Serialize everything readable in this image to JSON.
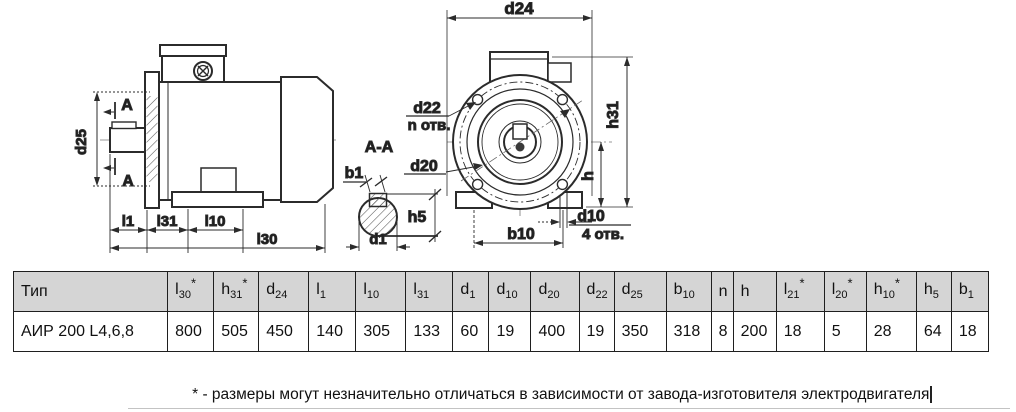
{
  "side_view": {
    "labels": {
      "section_top": "A",
      "section_bottom": "A",
      "d25": "d25",
      "l1": "l1",
      "l31": "l31",
      "l10": "l10",
      "l30": "l30"
    }
  },
  "section_view": {
    "labels": {
      "title": "A-A",
      "b1": "b1",
      "h5": "h5",
      "d1": "d1"
    }
  },
  "front_view": {
    "labels": {
      "d24": "d24",
      "d22": "d22",
      "n_holes": "n отв.",
      "d20": "d20",
      "h31": "h31",
      "h": "h",
      "d10": "d10",
      "four_holes": "4 отв.",
      "b10": "b10"
    }
  },
  "table": {
    "headers": [
      {
        "base": "Тип",
        "sub": "",
        "star": ""
      },
      {
        "base": "l",
        "sub": "30",
        "star": "*"
      },
      {
        "base": "h",
        "sub": "31",
        "star": "*"
      },
      {
        "base": "d",
        "sub": "24",
        "star": ""
      },
      {
        "base": "l",
        "sub": "1",
        "star": ""
      },
      {
        "base": "l",
        "sub": "10",
        "star": ""
      },
      {
        "base": "l",
        "sub": "31",
        "star": ""
      },
      {
        "base": "d",
        "sub": "1",
        "star": ""
      },
      {
        "base": "d",
        "sub": "10",
        "star": ""
      },
      {
        "base": "d",
        "sub": "20",
        "star": ""
      },
      {
        "base": "d",
        "sub": "22",
        "star": ""
      },
      {
        "base": "d",
        "sub": "25",
        "star": ""
      },
      {
        "base": "b",
        "sub": "10",
        "star": ""
      },
      {
        "base": "n",
        "sub": "",
        "star": ""
      },
      {
        "base": "h",
        "sub": "",
        "star": ""
      },
      {
        "base": "l",
        "sub": "21",
        "star": "*"
      },
      {
        "base": "l",
        "sub": "20",
        "star": "*"
      },
      {
        "base": "h",
        "sub": "10",
        "star": "*"
      },
      {
        "base": "h",
        "sub": "5",
        "star": ""
      },
      {
        "base": "b",
        "sub": "1",
        "star": ""
      }
    ],
    "row": {
      "type": "АИР 200 L4,6,8",
      "values": [
        "800",
        "505",
        "450",
        "140",
        "305",
        "133",
        "60",
        "19",
        "400",
        "19",
        "350",
        "318",
        "8",
        "200",
        "18",
        "5",
        "28",
        "64",
        "18"
      ]
    }
  },
  "footnote": "* - размеры могут незначительно отличаться в зависимости от завода-изготовителя электродвигателя",
  "colors": {
    "page_bg": "#ffffff",
    "header_bg": "#d5d5d5",
    "table_border": "#1f1f1f",
    "line": "#2b2b2b"
  }
}
